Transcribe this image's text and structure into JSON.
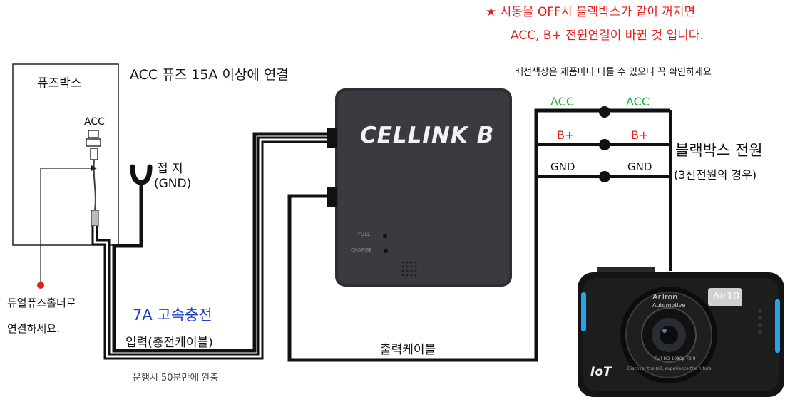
{
  "notice": {
    "star": "★",
    "line1": "시동을 OFF시 블랙박스가 같이 꺼지면",
    "line2": "ACC, B+ 전원연결이 바뀐 것 입니다.",
    "color": "#e0211d"
  },
  "wire_color_note": "배선색상은 제품마다 다를 수 있으니 꼭 확인하세요",
  "fuse_box": {
    "title": "퓨즈박스",
    "acc_label": "ACC"
  },
  "acc_fuse_note": "ACC 퓨즈 15A 이상에 연결",
  "ground": {
    "line1": "접 지",
    "line2": "(GND)"
  },
  "dual_fuse": {
    "line1": "듀얼퓨즈홀더로",
    "line2": "연결하세요."
  },
  "charging": {
    "title": "7A 고속충전",
    "title_color": "#1f3fd4",
    "input_label": "입력(충전케이블)"
  },
  "drive_note": "운행시 50분만에 완충",
  "device": {
    "brand": "CELLINK B",
    "full_label": "FULL",
    "charge_label": "CHARGE"
  },
  "output_label": "출력케이블",
  "terminals": {
    "left": [
      {
        "label": "ACC",
        "color": "#2aa84a"
      },
      {
        "label": "B+",
        "color": "#e0211d"
      },
      {
        "label": "GND",
        "color": "#111111"
      }
    ],
    "right": [
      {
        "label": "ACC",
        "color": "#2aa84a"
      },
      {
        "label": "B+",
        "color": "#e0211d"
      },
      {
        "label": "GND",
        "color": "#111111"
      }
    ]
  },
  "blackbox_power": {
    "title": "블랙박스 전원",
    "subtitle": "(3선전원의 경우)"
  },
  "dashcam": {
    "brand": "ArTron",
    "model": "Air10",
    "ring_top": "Automotive",
    "ring_bottom": "Discover the IoT, experience the future",
    "lens_spec": "Full-HD 1080p F2.0",
    "iot_label": "IoT",
    "accent_color": "#2aa3e6"
  }
}
